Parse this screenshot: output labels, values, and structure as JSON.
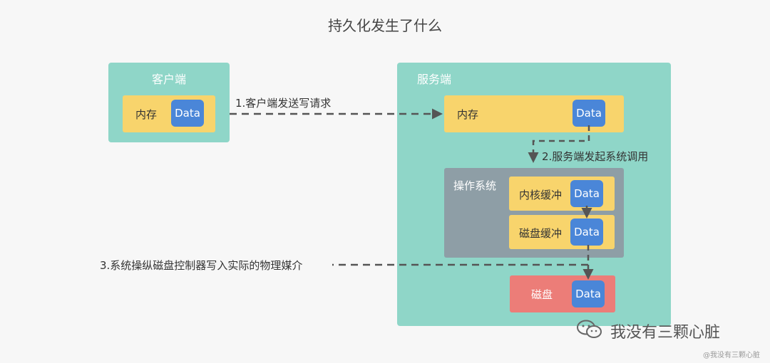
{
  "title": "持久化发生了什么",
  "client": {
    "label": "客户端",
    "memory": {
      "label": "内存",
      "data": "Data"
    }
  },
  "server": {
    "label": "服务端",
    "memory": {
      "label": "内存",
      "data": "Data"
    },
    "os": {
      "label": "操作系统",
      "kernel_buffer": {
        "label": "内核缓冲",
        "data": "Data"
      },
      "disk_buffer": {
        "label": "磁盘缓冲",
        "data": "Data"
      }
    },
    "disk": {
      "label": "磁盘",
      "data": "Data"
    }
  },
  "steps": {
    "step1": "1.客户端发送写请求",
    "step2": "2.服务端发起系统调用",
    "step3": "3.系统操纵磁盘控制器写入实际的物理媒介"
  },
  "watermark": {
    "main": "我没有三颗心脏",
    "small": "@我没有三颗心脏"
  }
}
